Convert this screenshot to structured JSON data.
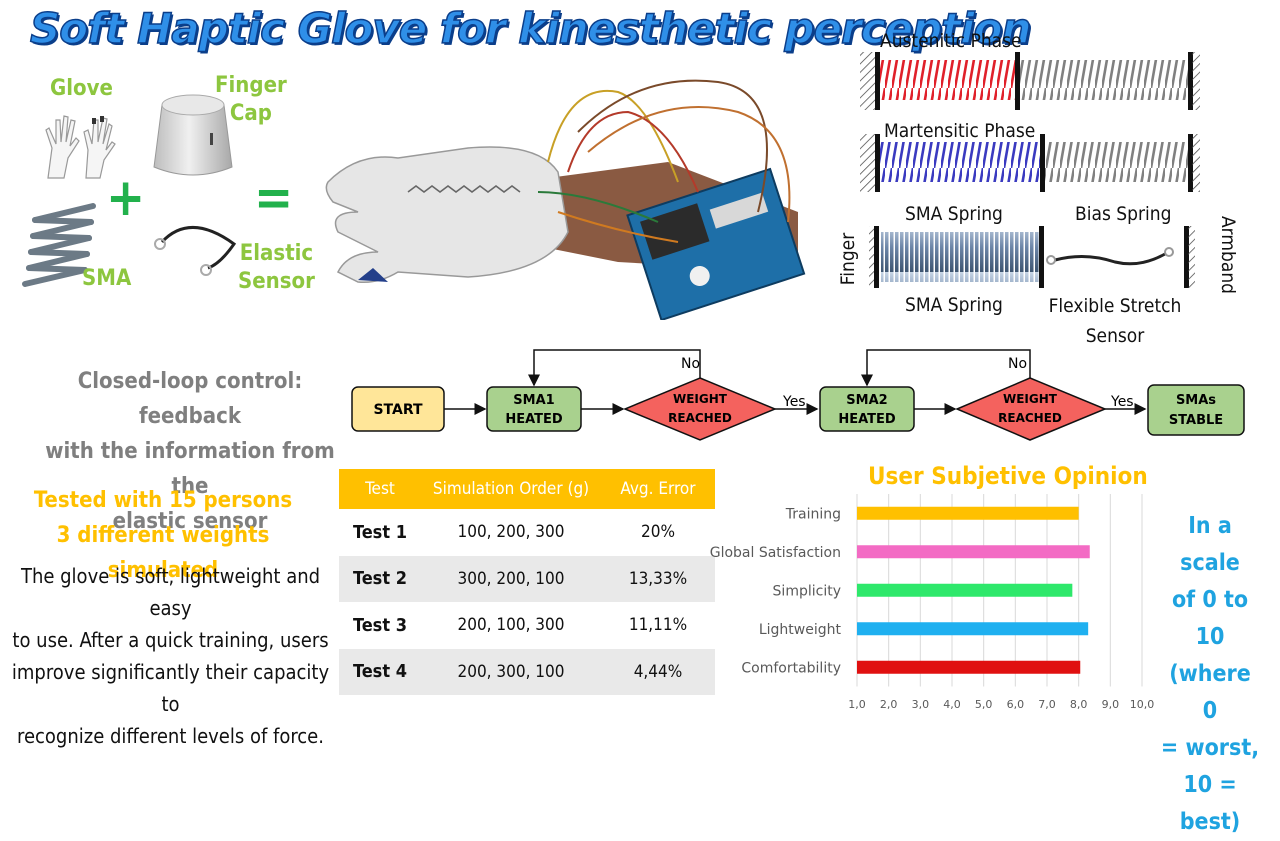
{
  "title": "Soft Haptic Glove for kinesthetic perception",
  "components": {
    "glove": "Glove",
    "finger_cap": [
      "Finger",
      "Cap"
    ],
    "sma": "SMA",
    "elastic_sensor": [
      "Elastic",
      "Sensor"
    ],
    "plus": "+",
    "equals": "="
  },
  "phases": {
    "austenitic": "Austenitic Phase",
    "martensitic": "Martensitic Phase"
  },
  "springs": {
    "sma_spring_top": "SMA Spring",
    "bias_spring": "Bias Spring",
    "finger": "Finger",
    "armband": "Armband",
    "sma_spring_bottom": "SMA Spring",
    "flexible_sensor": [
      "Flexible Stretch",
      "Sensor"
    ]
  },
  "closed_loop": [
    "Closed-loop control: feedback",
    "with the information from the",
    "elastic sensor"
  ],
  "flowchart": {
    "start": "START",
    "sma1": [
      "SMA1",
      "HEATED"
    ],
    "weight1": [
      "WEIGHT",
      "REACHED"
    ],
    "sma2": [
      "SMA2",
      "HEATED"
    ],
    "weight2": [
      "WEIGHT",
      "REACHED"
    ],
    "stable": [
      "SMAs",
      "STABLE"
    ],
    "yes": "Yes",
    "no": "No"
  },
  "tested": [
    "Tested with 15 persons",
    "3 different weights simulated"
  ],
  "description": [
    "The glove is soft, lightweight and easy",
    "to use. After a quick training, users",
    "improve significantly their capacity to",
    "recognize different levels of force."
  ],
  "table": {
    "headers": [
      "Test",
      "Simulation Order (g)",
      "Avg. Error"
    ],
    "rows": [
      [
        "Test 1",
        "100, 200, 300",
        "20%"
      ],
      [
        "Test 2",
        "300, 200, 100",
        "13,33%"
      ],
      [
        "Test 3",
        "200, 100, 300",
        "11,11%"
      ],
      [
        "Test 4",
        "200, 300, 100",
        "4,44%"
      ]
    ]
  },
  "scale_note": [
    "In a scale",
    "of 0 to 10",
    "(where 0",
    "= worst,",
    "10 = best)"
  ],
  "colors": {
    "title": "#2f8fe8",
    "green_label": "#8dc63f",
    "yellow": "#ffc000",
    "start_box": "#ffe699",
    "sma_box": "#a9d18e",
    "diamond": "#f4625e",
    "red_spring": "#e0202a",
    "blue_spring": "#3a3ac0"
  },
  "chart_data": {
    "type": "bar",
    "orientation": "horizontal",
    "title": "User Subjetive Opinion",
    "categories": [
      "Training",
      "Global Satisfaction",
      "Simplicity",
      "Lightweight",
      "Comfortability"
    ],
    "values": [
      8.0,
      8.35,
      7.8,
      8.3,
      8.05
    ],
    "colors": [
      "#ffc000",
      "#f36bc4",
      "#2ee86b",
      "#1fb0f0",
      "#e01010"
    ],
    "xlim": [
      1.0,
      10.0
    ],
    "xticks": [
      "1,0",
      "2,0",
      "3,0",
      "4,0",
      "5,0",
      "6,0",
      "7,0",
      "8,0",
      "9,0",
      "10,0"
    ],
    "grid": true
  }
}
